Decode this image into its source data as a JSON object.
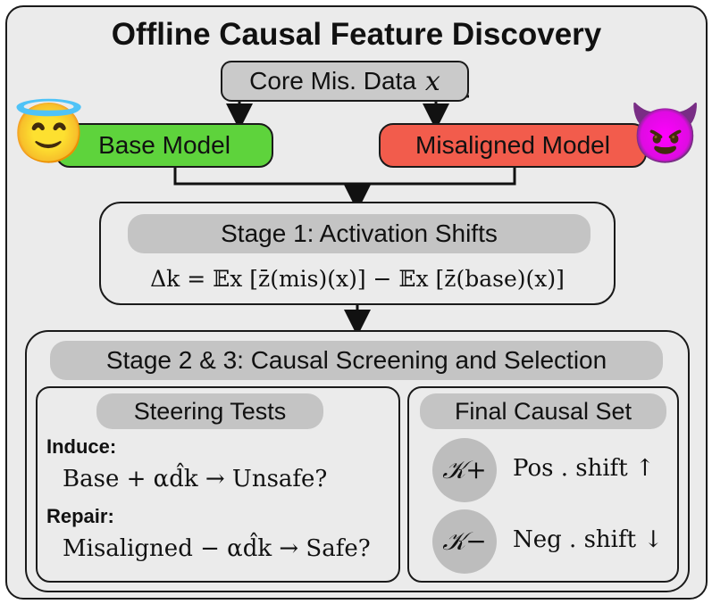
{
  "title": "Offline Causal Feature Discovery",
  "data_box": {
    "label": "Core Mis. Data",
    "var": "x"
  },
  "base_model": {
    "label": "Base Model",
    "color": "#5ed33c",
    "emoji": "😇"
  },
  "misaligned_model": {
    "label": "Misaligned Model",
    "color": "#f25c4c",
    "emoji": "😈"
  },
  "stage1": {
    "title": "Stage 1: Activation Shifts",
    "formula": "Δk = 𝔼x [z̄(mis)(x)] − 𝔼x [z̄(base)(x)]"
  },
  "stage23": {
    "title": "Stage 2 & 3: Causal Screening and Selection",
    "steering": {
      "title": "Steering Tests",
      "induce_label": "Induce:",
      "induce_formula": "Base + αd̂k → Unsafe?",
      "repair_label": "Repair:",
      "repair_formula": "Misaligned − αd̂k → Safe?"
    },
    "final": {
      "title": "Final Causal Set",
      "pos_symbol": "𝒦+",
      "pos_label": "Pos . shift ↑",
      "neg_symbol": "𝒦−",
      "neg_label": "Neg . shift ↓"
    }
  }
}
